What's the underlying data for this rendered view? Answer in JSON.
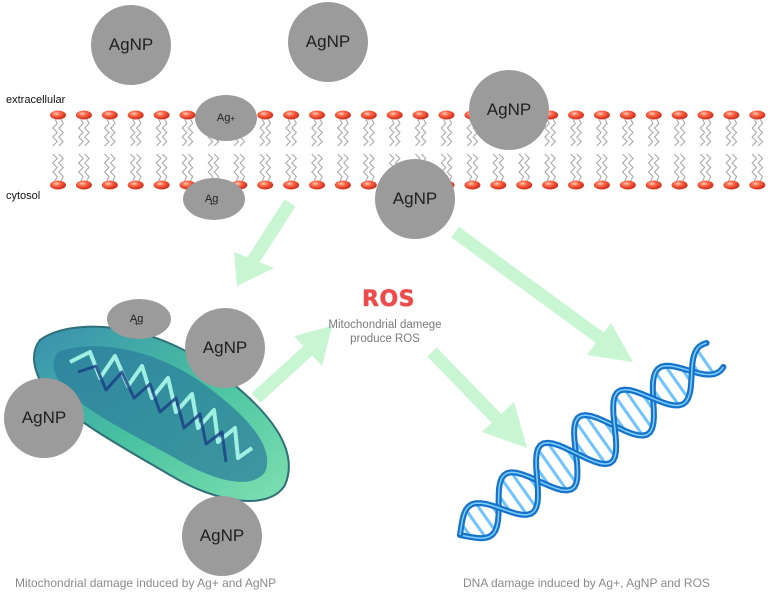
{
  "labels": {
    "extracellular": "extracellular",
    "cytosol": "cytosol"
  },
  "particles": {
    "agnp": "AgNP",
    "ag_ion_upper": "Ag",
    "ag_ion_upper_sup": "+",
    "ag_ion_lower": "Ag",
    "ag_ion_lower_sub": "+",
    "ag_ion_mito": "Ag",
    "ag_ion_mito_sub": "+"
  },
  "ros": {
    "title": "ROS",
    "subtitle_line1": "Mitochondrial damege",
    "subtitle_line2": "produce ROS"
  },
  "captions": {
    "mitochondria": "Mitochondrial damage induced by Ag+ and AgNP",
    "dna": "DNA damage induced by Ag+, AgNP and ROS"
  },
  "colors": {
    "membrane_head": "#e23a2a",
    "arrow": "#c8f5d2",
    "particle": "#9b9b9b",
    "mito_outer": "#3fb79a",
    "dna": "#2a86d6"
  }
}
